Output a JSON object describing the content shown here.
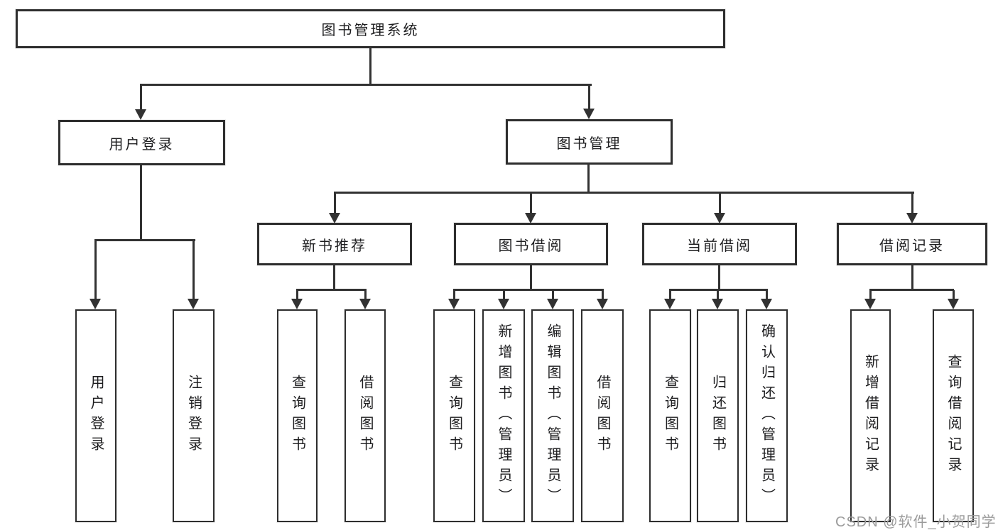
{
  "diagram": {
    "type": "tree",
    "colors": {
      "line": "#323232",
      "box_border": "#2e2e2e",
      "box_fill": "#ffffff",
      "text": "#1d1d1f",
      "watermark": "#9b9b9b"
    },
    "tree": {
      "root": {
        "label": "图书管理系统",
        "children": [
          {
            "label": "用户登录",
            "children": [
              {
                "label": "用户登录"
              },
              {
                "label": "注销登录"
              }
            ]
          },
          {
            "label": "图书管理",
            "children": [
              {
                "label": "新书推荐",
                "children": [
                  {
                    "label": "查询图书"
                  },
                  {
                    "label": "借阅图书"
                  }
                ]
              },
              {
                "label": "图书借阅",
                "children": [
                  {
                    "label": "查询图书"
                  },
                  {
                    "label": "新增图书（管理员）"
                  },
                  {
                    "label": "编辑图书（管理员）"
                  },
                  {
                    "label": "借阅图书"
                  }
                ]
              },
              {
                "label": "当前借阅",
                "children": [
                  {
                    "label": "查询图书"
                  },
                  {
                    "label": "归还图书"
                  },
                  {
                    "label": "确认归还（管理员）"
                  }
                ]
              },
              {
                "label": "借阅记录",
                "children": [
                  {
                    "label": "新增借阅记录"
                  },
                  {
                    "label": "查询借阅记录"
                  }
                ]
              }
            ]
          }
        ]
      }
    },
    "watermark": "CSDN @软件_小贺同学"
  }
}
